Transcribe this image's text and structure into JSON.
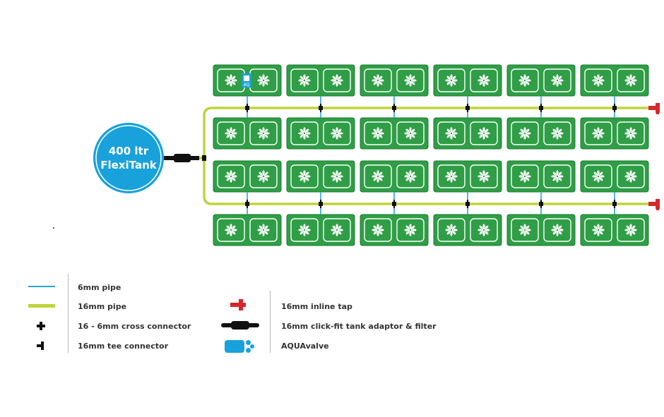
{
  "tank": {
    "line1": "400 ltr",
    "line2": "FlexiTank",
    "color": "#19a1dc"
  },
  "colors": {
    "pot_green": "#2f9e46",
    "pot_border": "#1d7a33",
    "pipe_6mm": "#2ba3d7",
    "pipe_16mm": "#bfd43a",
    "tap_red": "#d9262b",
    "connector": "#111111",
    "aquavalve": "#19a1dc"
  },
  "grid": {
    "rows": 4,
    "modules_per_row": 6,
    "pots_per_module": 2
  },
  "legend": [
    {
      "symbol": "pipe-6mm",
      "label": "6mm pipe"
    },
    {
      "symbol": "pipe-16mm",
      "label": "16mm pipe"
    },
    {
      "symbol": "cross-connector",
      "label": "16 - 6mm cross connector"
    },
    {
      "symbol": "tee-connector",
      "label": "16mm tee connector"
    },
    {
      "symbol": "inline-tap",
      "label": "16mm inline tap"
    },
    {
      "symbol": "tank-adaptor",
      "label": "16mm click-fit tank adaptor & filter"
    },
    {
      "symbol": "aquavalve",
      "label": "AQUAvalve"
    }
  ]
}
